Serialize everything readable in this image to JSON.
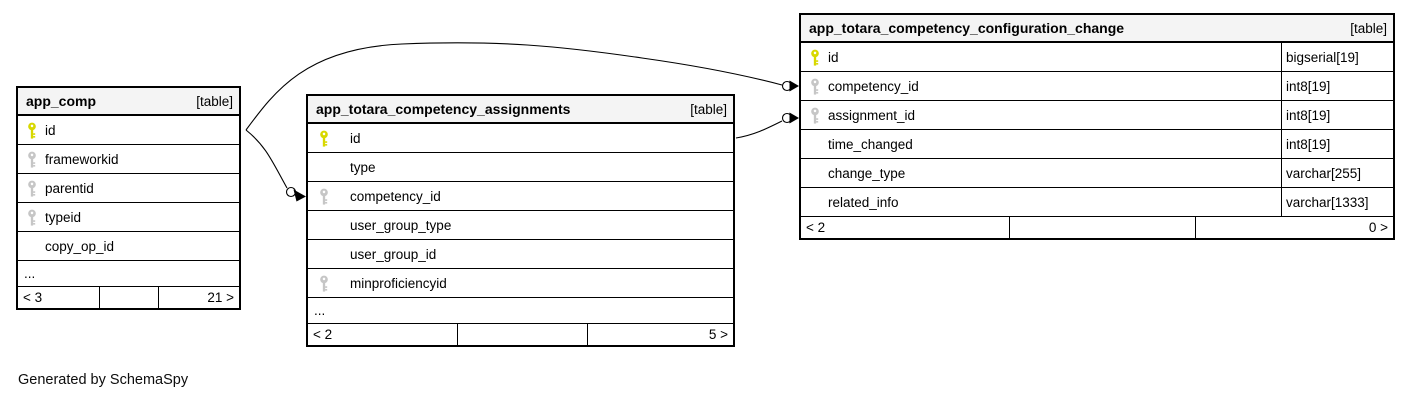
{
  "diagram": {
    "credit": "Generated by SchemaSpy",
    "colors": {
      "primary_key_icon": "#d8d800",
      "index_key_icon": "#c6c6c6",
      "header_background": "#f4f4f4",
      "border": "#000000"
    },
    "tables": [
      {
        "name": "app_comp",
        "badge": "[table]",
        "columns": [
          {
            "name": "id",
            "key": "primary"
          },
          {
            "name": "frameworkid",
            "key": "index"
          },
          {
            "name": "parentid",
            "key": "index"
          },
          {
            "name": "typeid",
            "key": "index"
          },
          {
            "name": "copy_op_id",
            "key": "none"
          }
        ],
        "ellipsis": "...",
        "footer": {
          "left": "< 3",
          "center": "",
          "right": "21 >"
        }
      },
      {
        "name": "app_totara_competency_assignments",
        "badge": "[table]",
        "columns": [
          {
            "name": "id",
            "key": "primary"
          },
          {
            "name": "type",
            "key": "none"
          },
          {
            "name": "competency_id",
            "key": "index"
          },
          {
            "name": "user_group_type",
            "key": "none"
          },
          {
            "name": "user_group_id",
            "key": "none"
          },
          {
            "name": "minproficiencyid",
            "key": "index"
          }
        ],
        "ellipsis": "...",
        "footer": {
          "left": "< 2",
          "center": "",
          "right": "5 >"
        }
      },
      {
        "name": "app_totara_competency_configuration_change",
        "badge": "[table]",
        "columns": [
          {
            "name": "id",
            "key": "primary",
            "type": "bigserial[19]"
          },
          {
            "name": "competency_id",
            "key": "index",
            "type": "int8[19]"
          },
          {
            "name": "assignment_id",
            "key": "index",
            "type": "int8[19]"
          },
          {
            "name": "time_changed",
            "key": "none",
            "type": "int8[19]"
          },
          {
            "name": "change_type",
            "key": "none",
            "type": "varchar[255]"
          },
          {
            "name": "related_info",
            "key": "none",
            "type": "varchar[1333]"
          }
        ],
        "footer": {
          "left": "< 2",
          "center": "",
          "right": "0 >"
        }
      }
    ],
    "relationships": [
      {
        "from": "app_comp.id",
        "to": "app_totara_competency_configuration_change.competency_id"
      },
      {
        "from": "app_comp.id",
        "to": "app_totara_competency_assignments.competency_id"
      },
      {
        "from": "app_totara_competency_assignments.id",
        "to": "app_totara_competency_configuration_change.assignment_id"
      }
    ]
  }
}
